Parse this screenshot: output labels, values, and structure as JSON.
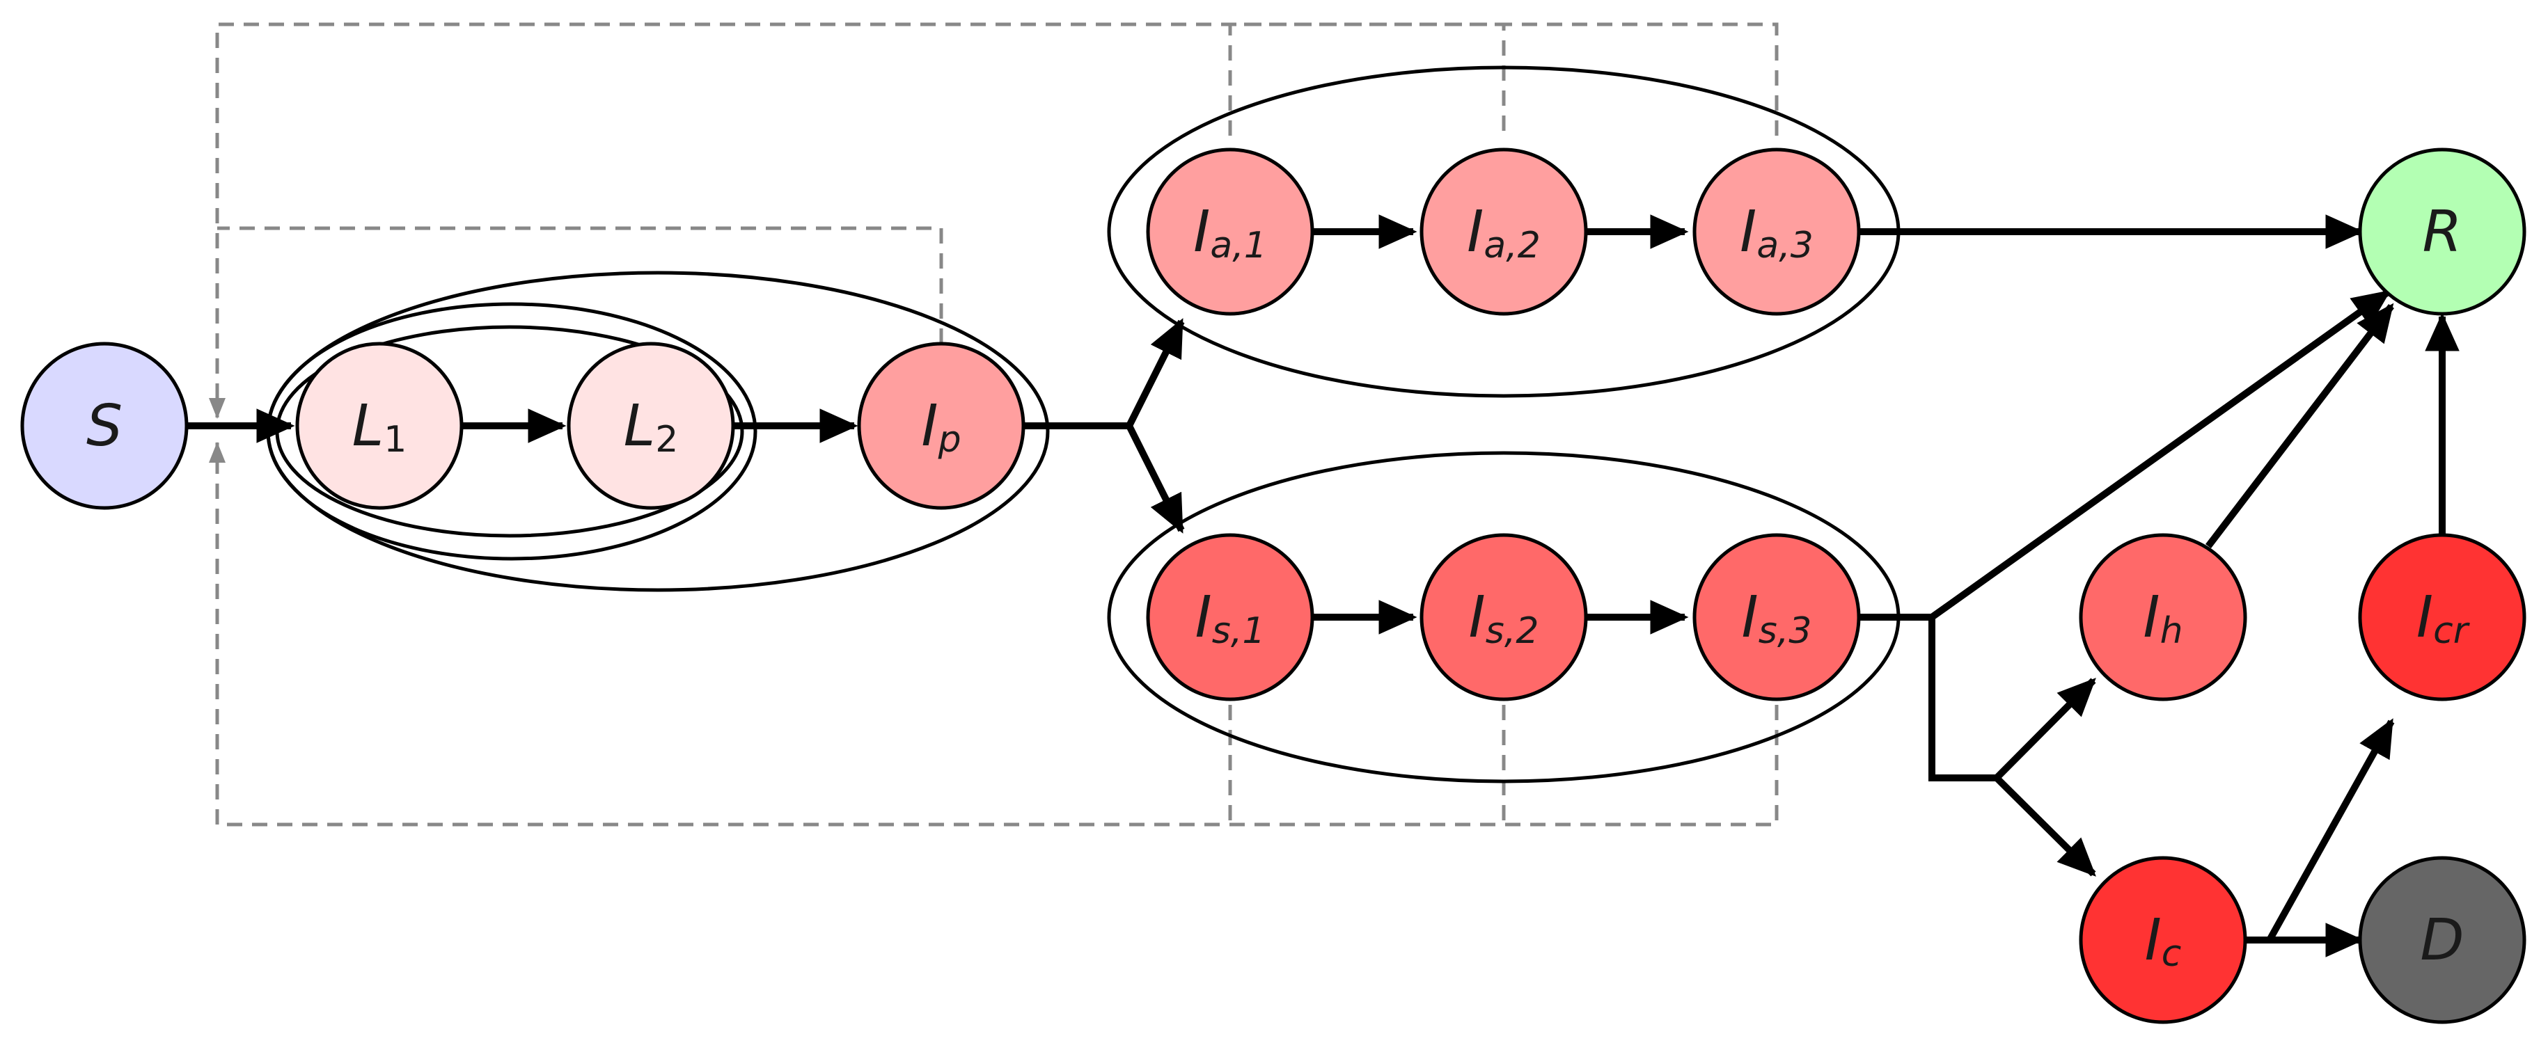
{
  "nodes": {
    "S": {
      "main": "S",
      "sub": "",
      "fill": "#d9d9ff"
    },
    "L1": {
      "main": "L",
      "sub": "1",
      "fill": "#ffe3e3"
    },
    "L2": {
      "main": "L",
      "sub": "2",
      "fill": "#ffe3e3"
    },
    "Ip": {
      "main": "I",
      "sub": "p",
      "fill": "#ff9f9f"
    },
    "Ia1": {
      "main": "I",
      "sub": "a,1",
      "fill": "#ff9f9f"
    },
    "Ia2": {
      "main": "I",
      "sub": "a,2",
      "fill": "#ff9f9f"
    },
    "Ia3": {
      "main": "I",
      "sub": "a,3",
      "fill": "#ff9f9f"
    },
    "Is1": {
      "main": "I",
      "sub": "s,1",
      "fill": "#ff6969"
    },
    "Is2": {
      "main": "I",
      "sub": "s,2",
      "fill": "#ff6969"
    },
    "Is3": {
      "main": "I",
      "sub": "s,3",
      "fill": "#ff6969"
    },
    "Ih": {
      "main": "I",
      "sub": "h",
      "fill": "#ff6969"
    },
    "Ic": {
      "main": "I",
      "sub": "c",
      "fill": "#ff3333"
    },
    "Icr": {
      "main": "I",
      "sub": "cr",
      "fill": "#ff3333"
    },
    "R": {
      "main": "R",
      "sub": "",
      "fill": "#b3ffb3"
    },
    "D": {
      "main": "D",
      "sub": "",
      "fill": "#666666"
    }
  },
  "colors": {
    "edge": "#000000",
    "dashed_feedback": "#888888",
    "node_stroke": "#000000"
  }
}
